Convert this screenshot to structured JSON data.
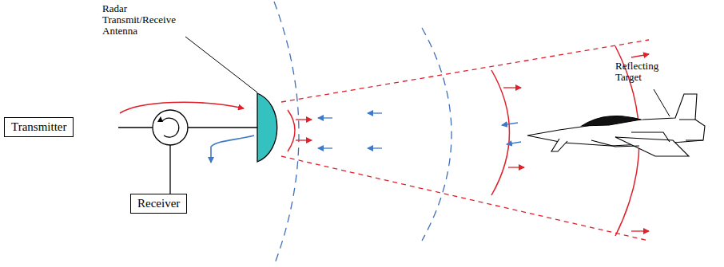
{
  "diagram": {
    "nodes": [
      {
        "text": [
          "Transmitter"
        ]
      },
      {
        "text": [
          "Receiver"
        ]
      }
    ],
    "labels": [
      "Radar Transmit/Receive Antenna",
      "Reflecting Target"
    ]
  }
}
